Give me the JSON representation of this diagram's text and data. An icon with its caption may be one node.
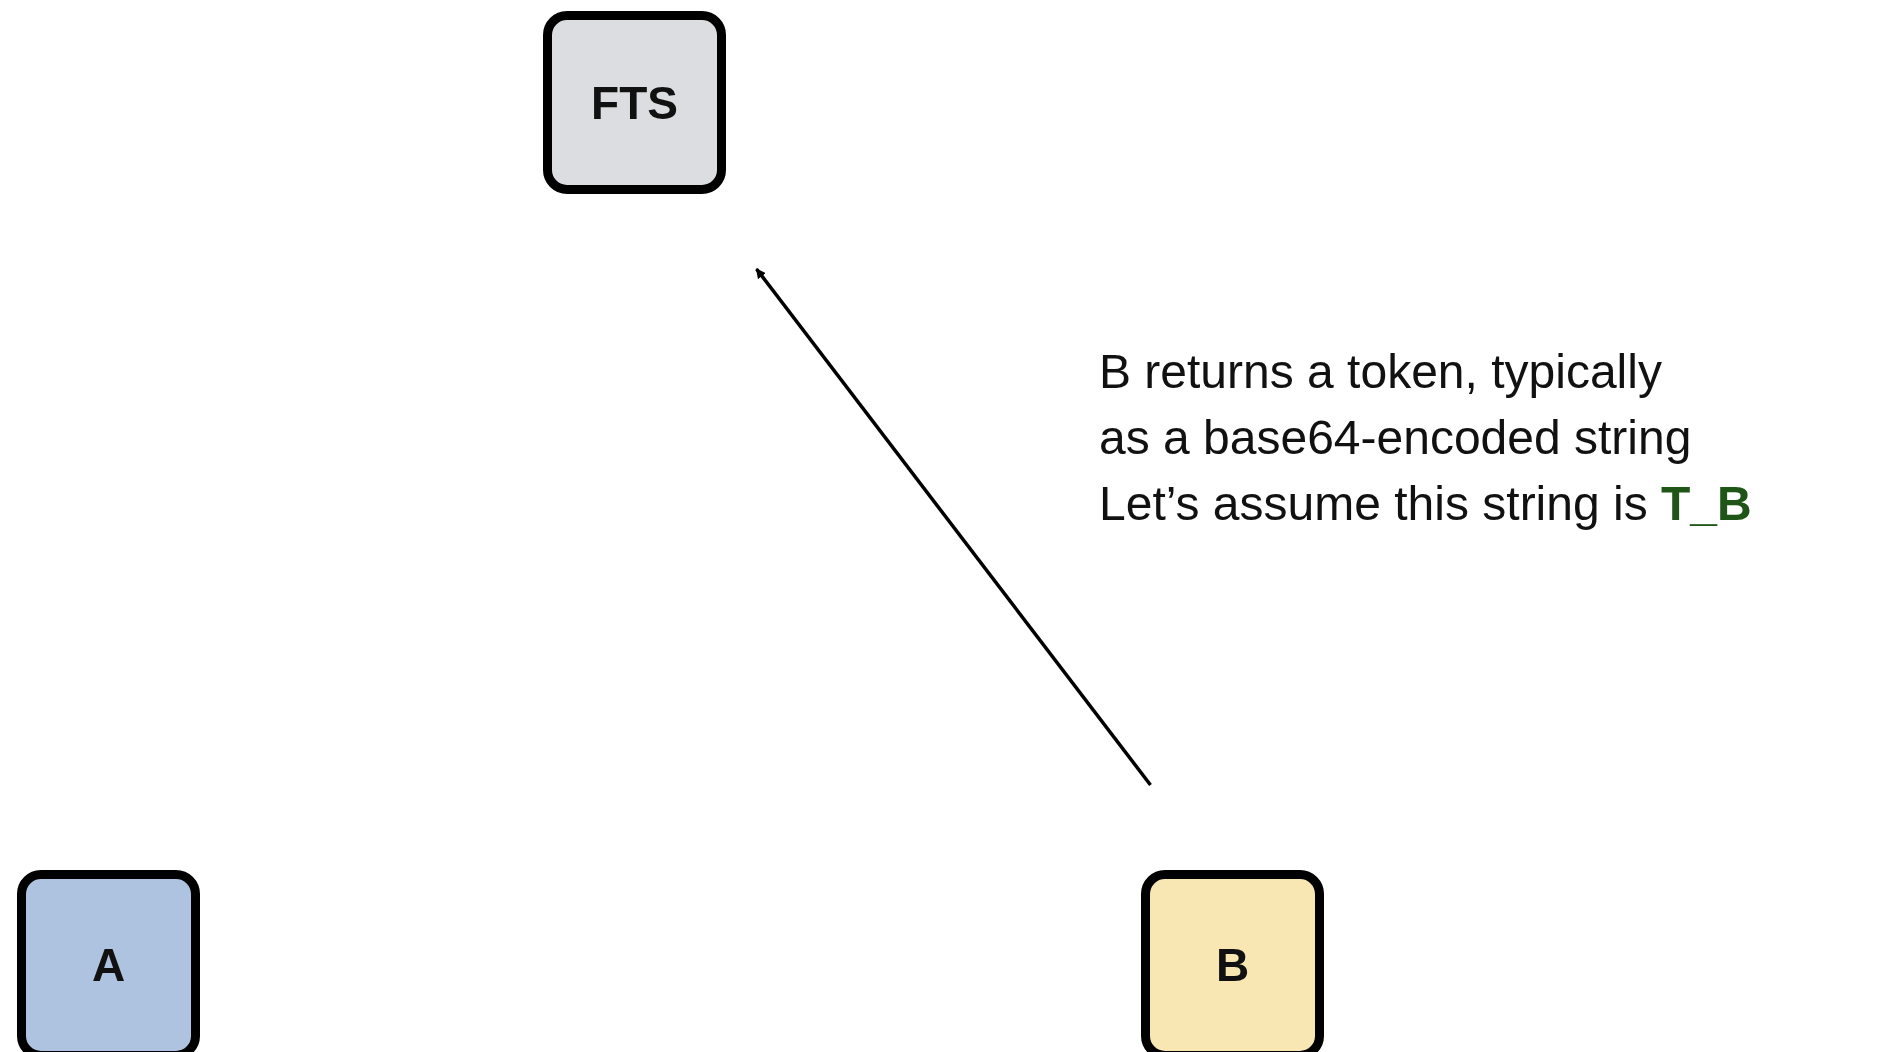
{
  "diagram": {
    "nodes": [
      {
        "text": [
          "FTS"
        ]
      },
      {
        "text": [
          "A"
        ]
      },
      {
        "text": [
          "B"
        ]
      }
    ],
    "edges": [
      {
        "from": 2,
        "to": 0,
        "arrow": "to"
      }
    ],
    "labels": [
      "B returns a token, typically",
      "as a base64-encoded string",
      "Let’s assume this string is **T_B**"
    ]
  }
}
